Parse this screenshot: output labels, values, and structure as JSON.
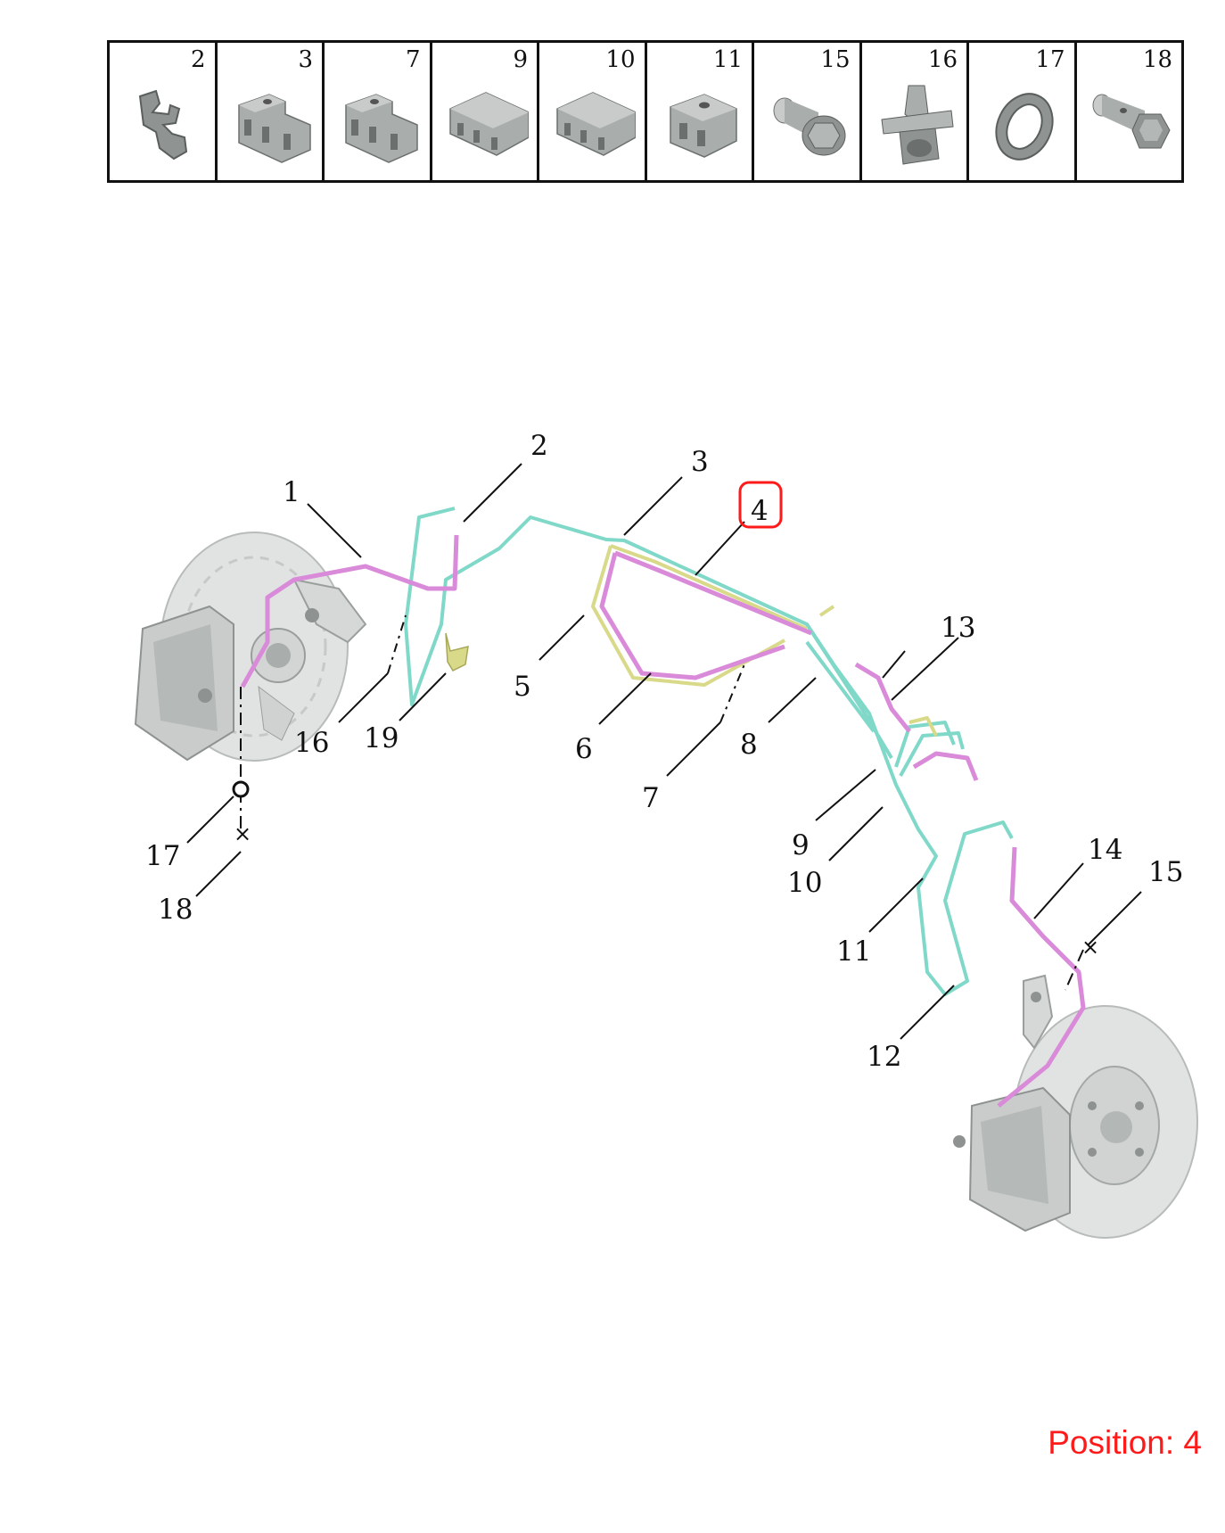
{
  "parts_strip": [
    {
      "number": "2",
      "icon": "clip-icon"
    },
    {
      "number": "3",
      "icon": "double-clamp-icon"
    },
    {
      "number": "7",
      "icon": "double-clamp-icon"
    },
    {
      "number": "9",
      "icon": "triple-clamp-icon"
    },
    {
      "number": "10",
      "icon": "triple-clamp-icon"
    },
    {
      "number": "11",
      "icon": "single-clamp-icon"
    },
    {
      "number": "15",
      "icon": "flange-bolt-icon"
    },
    {
      "number": "16",
      "icon": "push-clip-icon"
    },
    {
      "number": "17",
      "icon": "washer-icon"
    },
    {
      "number": "18",
      "icon": "banjo-bolt-icon"
    }
  ],
  "callouts": [
    "1",
    "2",
    "3",
    "4",
    "5",
    "6",
    "7",
    "8",
    "9",
    "10",
    "11",
    "12",
    "13",
    "14",
    "15",
    "16",
    "17",
    "18",
    "19"
  ],
  "highlighted_callout": "4",
  "position_label": "Position: 4",
  "colors": {
    "brake_line_cyan": "#7fd8c8",
    "brake_hose_pink": "#d98ad8",
    "brake_line_yellow": "#d9d98a",
    "highlight_red": "#ff1a1a",
    "part_gray": "#a9adab"
  }
}
